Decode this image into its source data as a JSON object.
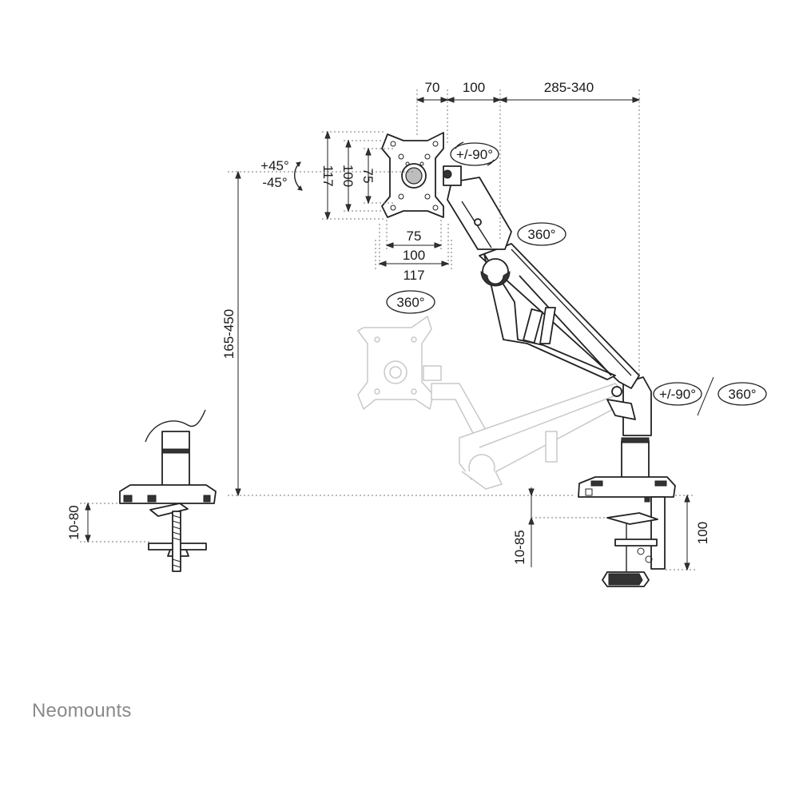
{
  "brand": {
    "name": "Neomounts"
  },
  "dimensions": {
    "top_70": "70",
    "top_100": "100",
    "top_range": "285-340",
    "vesa_h_117": "117",
    "vesa_h_100": "100",
    "vesa_h_75": "75",
    "vesa_w_75": "75",
    "vesa_w_100": "100",
    "vesa_w_117": "117",
    "tilt_up": "+45°",
    "tilt_down": "-45°",
    "height_range": "165-450",
    "grommet_range": "10-80",
    "clamp_range": "10-85",
    "clamp_height": "100"
  },
  "rotations": {
    "screen_rotate": "+/-90°",
    "arm_swivel": "360°",
    "head_swivel": "360°",
    "pole_rotate": "+/-90°",
    "pole_swivel": "360°"
  }
}
